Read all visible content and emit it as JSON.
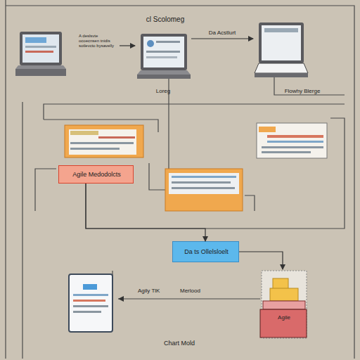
{
  "diagram": {
    "title": "cl Scolomeg",
    "caption": "Chart Mold",
    "nodes": [
      {
        "text": [
          "A deslsvte ocoecnsen tnidis sotlevcto bysavelly"
        ]
      },
      {
        "text": [
          "Loreg"
        ]
      },
      {
        "text": [
          "Flowhy Blerge"
        ]
      },
      {
        "text": [
          "Agile Medodolcts"
        ]
      },
      {
        "text": [
          "Da ts Ollelsloelt"
        ]
      },
      {
        "text": [
          "Agile"
        ]
      }
    ],
    "edges": [
      {
        "from": 0,
        "to": 1,
        "arrow": "to"
      },
      {
        "from": 1,
        "to": 2,
        "label": "Da Acstlurt",
        "arrow": "to"
      },
      {
        "from": 3,
        "to": 4,
        "arrow": "to"
      },
      {
        "from": 4,
        "to": 5,
        "arrow": "to"
      }
    ],
    "labels": [
      "Agily TlK",
      "Merlood"
    ]
  }
}
